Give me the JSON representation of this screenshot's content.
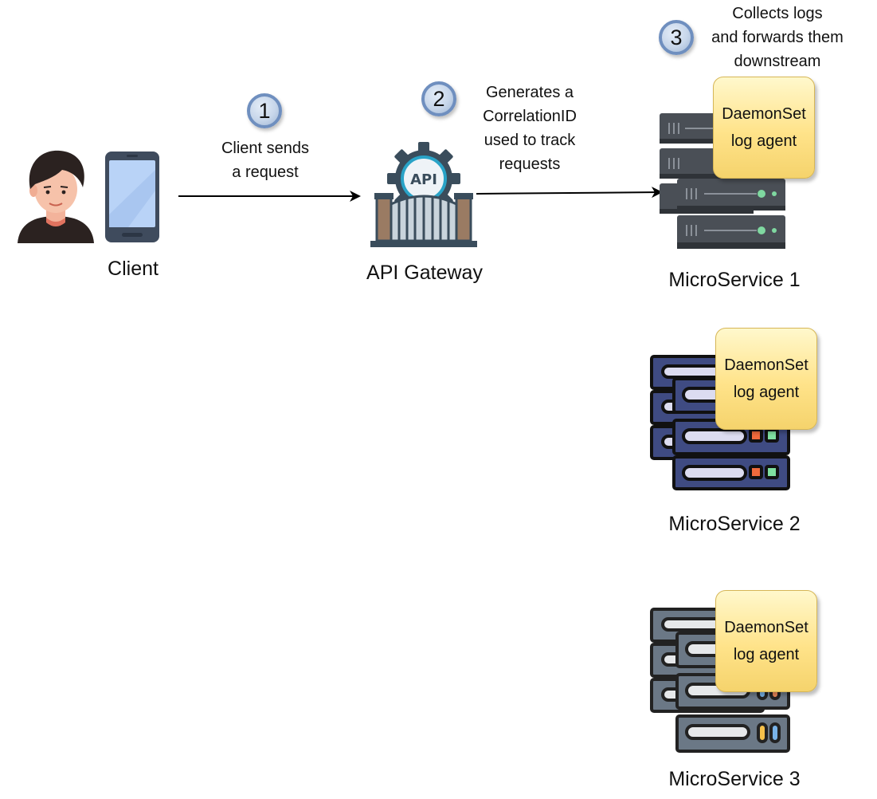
{
  "nodes": {
    "client": {
      "label": "Client"
    },
    "gateway": {
      "label": "API Gateway"
    },
    "ms1": {
      "label": "MicroService 1",
      "agent_line1": "DaemonSet",
      "agent_line2": "log agent"
    },
    "ms2": {
      "label": "MicroService 2",
      "agent_line1": "DaemonSet",
      "agent_line2": "log agent"
    },
    "ms3": {
      "label": "MicroService 3",
      "agent_line1": "DaemonSet",
      "agent_line2": "log agent"
    }
  },
  "steps": [
    {
      "number": "1",
      "line1": "Client sends",
      "line2": "a request"
    },
    {
      "number": "2",
      "line1": "Generates a",
      "line2": "CorrelationID",
      "line3": "used to track",
      "line4": "requests"
    },
    {
      "number": "3",
      "line1": "Collects logs",
      "line2": "and forwards them",
      "line3": "downstream"
    }
  ],
  "icons": {
    "client_person": "person-icon",
    "client_phone": "smartphone-icon",
    "gateway": "api-gateway-icon",
    "ms1": "server-rack-icon",
    "ms2": "server-rack-icon",
    "ms3": "server-rack-icon"
  },
  "colors": {
    "agent_fill": "#ffe38a",
    "agent_border": "#d6b656",
    "badge_fill": "#c7d6ea",
    "badge_border": "#6f8fbf",
    "ms2_server": "#3f4b82",
    "ms3_server": "#6b7886",
    "ms1_server": "#3b3f45"
  }
}
